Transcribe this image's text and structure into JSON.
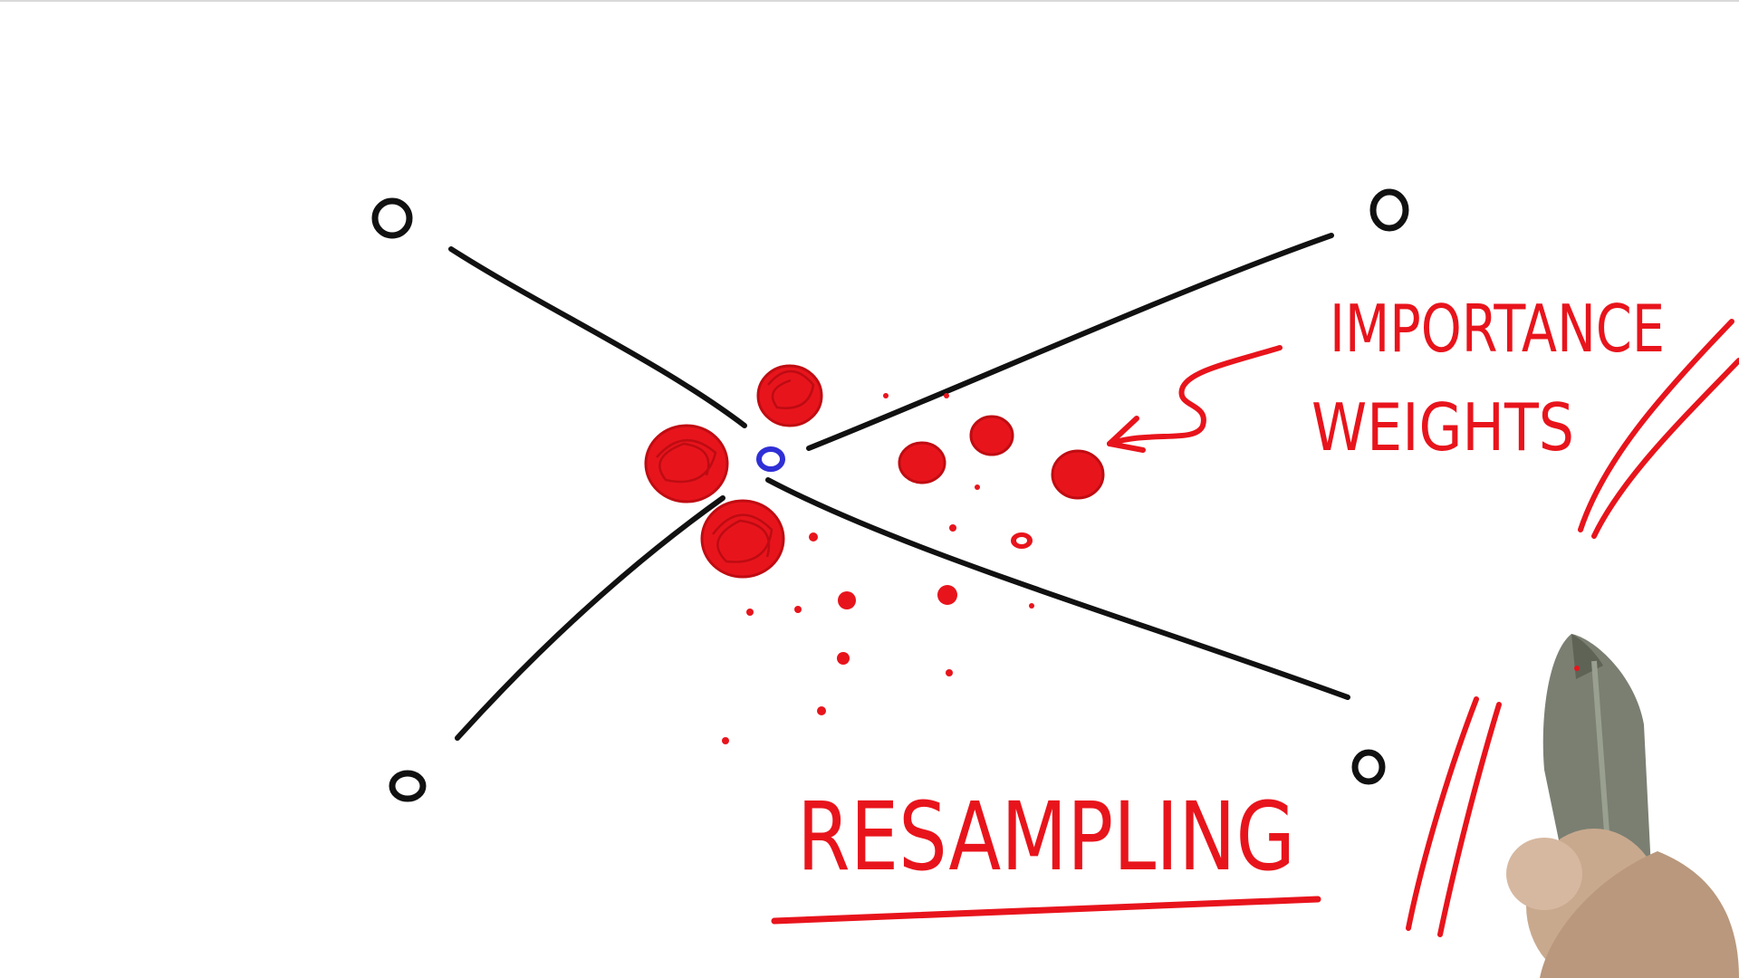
{
  "colors": {
    "ink": "#111111",
    "red": "#e8141c",
    "blue": "#2f2fd6",
    "marker_body": "#7a7f72",
    "hand": "#c9a98e"
  },
  "labels": {
    "top": "IMPORTANCE",
    "bottom": "WEIGHTS",
    "resampling": "RESAMPLING"
  },
  "landmarks": [
    "top-left",
    "top-right",
    "bottom-left",
    "bottom-right"
  ],
  "icons": [
    "robot-position-icon",
    "arrow-icon",
    "marker-pen-icon"
  ]
}
